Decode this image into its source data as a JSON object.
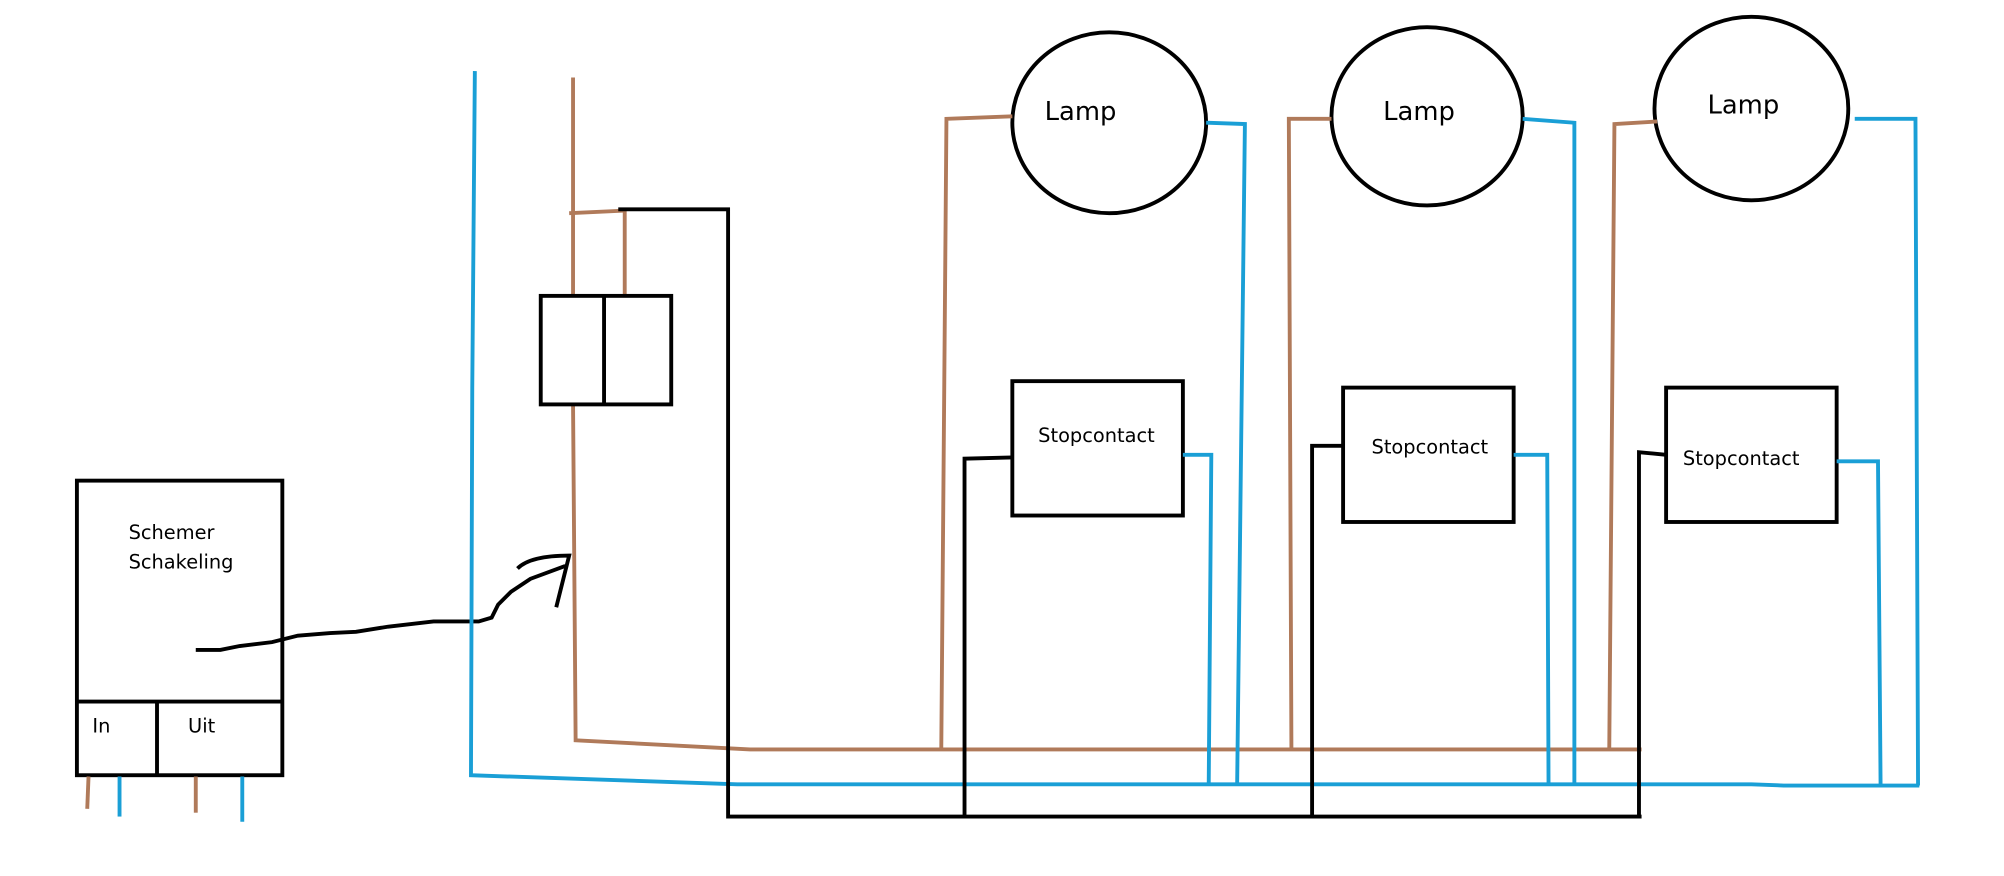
{
  "diagram": {
    "dimmer": {
      "title_line1": "Schemer",
      "title_line2": "Schakeling",
      "port_in": "In",
      "port_out": "Uit"
    },
    "lamps": [
      {
        "label": "Lamp"
      },
      {
        "label": "Lamp"
      },
      {
        "label": "Lamp"
      }
    ],
    "sockets": [
      {
        "label": "Stopcontact"
      },
      {
        "label": "Stopcontact"
      },
      {
        "label": "Stopcontact"
      }
    ],
    "wire_colors": {
      "phase": "#b07a5a",
      "neutral": "#1a9fd6",
      "switched": "#000000"
    }
  }
}
